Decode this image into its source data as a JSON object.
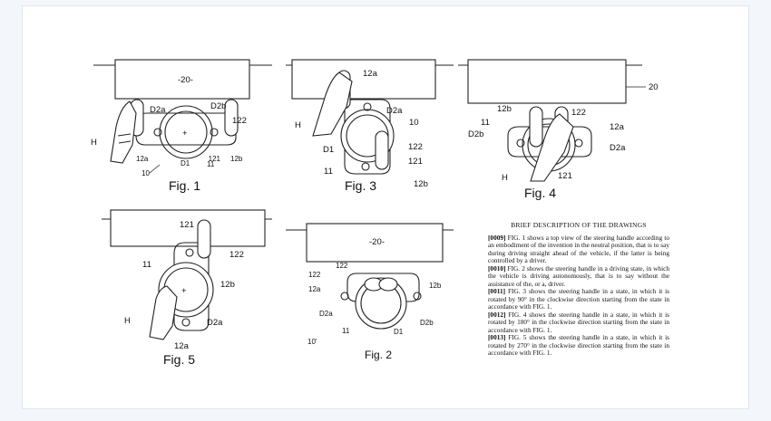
{
  "figures": {
    "fig1": {
      "caption": "Fig. 1",
      "body_label": "-20-",
      "labels": {
        "d2a": "D2a",
        "d2b": "D2b",
        "h": "H",
        "n12a": "12a",
        "n122": "122",
        "n12b": "12b",
        "n121": "121",
        "n11": "11",
        "d1": "D1",
        "n10": "10"
      }
    },
    "fig3": {
      "caption": "Fig. 3",
      "labels": {
        "n12a": "12a",
        "d2a": "D2a",
        "n10": "10",
        "h": "H",
        "d1": "D1",
        "n122": "122",
        "n121": "121",
        "n11": "11",
        "n12b": "12b"
      }
    },
    "fig4": {
      "caption": "Fig. 4",
      "labels": {
        "n20": "20",
        "n12b": "12b",
        "n122": "122",
        "n11": "11",
        "n12a": "12a",
        "d2b": "D2b",
        "d2a": "D2a",
        "h": "H",
        "n121": "121"
      }
    },
    "fig5": {
      "caption": "Fig. 5",
      "labels": {
        "n121": "121",
        "n122": "122",
        "n11": "11",
        "n12b": "12b",
        "h": "H",
        "d2a": "D2a",
        "n12a": "12a"
      }
    },
    "fig2": {
      "caption": "Fig. 2",
      "body_label": "-20-",
      "labels": {
        "n122": "122",
        "n12a": "12a",
        "n12b": "12b",
        "d2a": "D2a",
        "d2b": "D2b",
        "n11": "11",
        "d1": "D1",
        "n10": "10'"
      }
    }
  },
  "description": {
    "title": "BRIEF DESCRIPTION OF THE DRAWINGS",
    "paragraphs": [
      {
        "num": "[0009]",
        "text": "FIG. 1 shows a top view of the steering handle according to an embodiment of the invention in the neutral position, that is to say during driving straight ahead of the vehicle, if the latter is being controlled by a driver."
      },
      {
        "num": "[0010]",
        "text": "FIG. 2 shows the steering handle in a driving state, in which the vehicle is driving autonomously, that is to say without the assistance of the, or a, driver."
      },
      {
        "num": "[0011]",
        "text": "FIG. 3 shows the steering handle in a state, in which it is rotated by 90° in the clockwise direction starting from the state in accordance with FIG. 1."
      },
      {
        "num": "[0012]",
        "text": "FIG. 4 shows the steering handle in a state, in which it is rotated by 180° in the clockwise direction starting from the state in accordance with FIG. 1."
      },
      {
        "num": "[0013]",
        "text": "FIG. 5 shows the steering handle in a state, in which it is rotated by 270° in the clockwise direction starting from the state in accordance with FIG. 1."
      }
    ]
  }
}
